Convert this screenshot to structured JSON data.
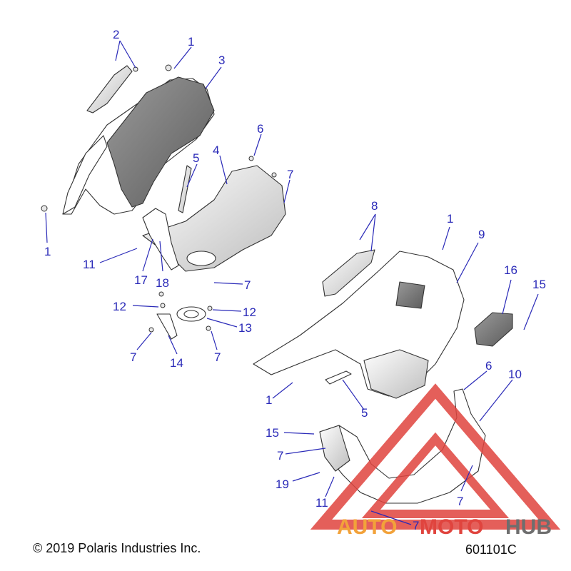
{
  "copyright": "© 2019 Polaris Industries Inc.",
  "diagram_id": "601101C",
  "watermark": {
    "text_auto": "AUTO",
    "text_moto": "MOTO",
    "text_hub": "HUB",
    "color_red": "#e0443e",
    "color_orange": "#f2a23a",
    "color_gray": "#6e6e6e"
  },
  "callouts": [
    {
      "id": "c2",
      "label": "2"
    },
    {
      "id": "c1a",
      "label": "1"
    },
    {
      "id": "c3",
      "label": "3"
    },
    {
      "id": "c6a",
      "label": "6"
    },
    {
      "id": "c5a",
      "label": "5"
    },
    {
      "id": "c4",
      "label": "4"
    },
    {
      "id": "c7a",
      "label": "7"
    },
    {
      "id": "c1b",
      "label": "1"
    },
    {
      "id": "c8",
      "label": "8"
    },
    {
      "id": "c1c",
      "label": "1"
    },
    {
      "id": "c9",
      "label": "9"
    },
    {
      "id": "c11a",
      "label": "11"
    },
    {
      "id": "c17",
      "label": "17"
    },
    {
      "id": "c18",
      "label": "18"
    },
    {
      "id": "c7b",
      "label": "7"
    },
    {
      "id": "c16",
      "label": "16"
    },
    {
      "id": "c15a",
      "label": "15"
    },
    {
      "id": "c12a",
      "label": "12"
    },
    {
      "id": "c12b",
      "label": "12"
    },
    {
      "id": "c13",
      "label": "13"
    },
    {
      "id": "c7c",
      "label": "7"
    },
    {
      "id": "c14",
      "label": "14"
    },
    {
      "id": "c7d",
      "label": "7"
    },
    {
      "id": "c6b",
      "label": "6"
    },
    {
      "id": "c10",
      "label": "10"
    },
    {
      "id": "c1d",
      "label": "1"
    },
    {
      "id": "c5b",
      "label": "5"
    },
    {
      "id": "c15b",
      "label": "15"
    },
    {
      "id": "c7e",
      "label": "7"
    },
    {
      "id": "c19",
      "label": "19"
    },
    {
      "id": "c11b",
      "label": "11"
    },
    {
      "id": "c7f",
      "label": "7"
    },
    {
      "id": "c7g",
      "label": "7"
    }
  ]
}
